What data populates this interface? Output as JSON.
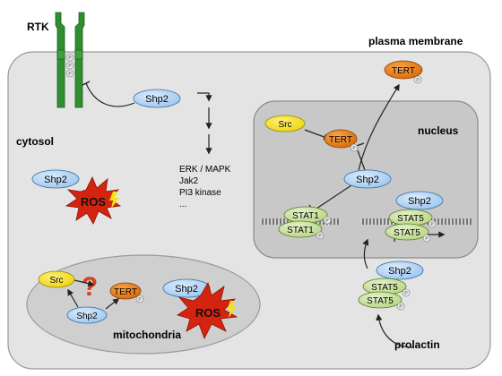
{
  "labels": {
    "rtk": "RTK",
    "plasma_membrane": "plasma membrane",
    "cytosol": "cytosol",
    "nucleus": "nucleus",
    "mitochondria": "mitochondria",
    "prolactin": "prolactin"
  },
  "proteins": {
    "shp2": "Shp2",
    "src": "Src",
    "tert": "TERT",
    "ros": "ROS",
    "stat1": "STAT1",
    "stat5": "STAT5",
    "phospho": "P",
    "question": "?"
  },
  "pathway_list": [
    "ERK / MAPK",
    "Jak2",
    "PI3 kinase",
    "..."
  ],
  "colors": {
    "shp2_fill": "#b3d4f5",
    "src_fill": "#f5e21a",
    "tert_fill": "#e8780f",
    "stat_fill": "#c9e0a0",
    "ros_fill": "#d42410",
    "rtk_fill": "#2f8f2f",
    "cell_bg": "#e4e4e4",
    "nucleus_bg": "#c8c8c8"
  }
}
